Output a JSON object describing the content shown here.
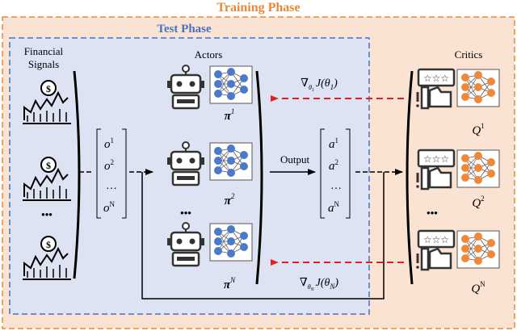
{
  "titles": {
    "training": "Training Phase",
    "test": "Test Phase"
  },
  "labels": {
    "financial_signals_line1": "Financial",
    "financial_signals_line2": "Signals",
    "actors": "Actors",
    "critics": "Critics",
    "output": "Output",
    "ellipsis": "•••"
  },
  "observation_vector": [
    "o",
    "o",
    "…",
    "o"
  ],
  "observation_sup": [
    "1",
    "2",
    "",
    "N"
  ],
  "action_vector": [
    "a",
    "a",
    "…",
    "a"
  ],
  "action_sup": [
    "1",
    "2",
    "",
    "N"
  ],
  "policies": [
    {
      "sym": "π",
      "sup": "1"
    },
    {
      "sym": "π",
      "sup": "2"
    },
    {
      "sym": "π",
      "sup": "N"
    }
  ],
  "critics_q": [
    {
      "sym": "Q",
      "sup": "1"
    },
    {
      "sym": "Q",
      "sup": "2"
    },
    {
      "sym": "Q",
      "sup": "N"
    }
  ],
  "gradients": [
    {
      "nabla": "∇",
      "sub": "θ₁",
      "fn": "J(θ",
      "fsub": "1",
      "close": ")"
    },
    {
      "nabla": "∇",
      "sub": "θ_N",
      "fn": "J(θ",
      "fsub": "N",
      "close": ")"
    }
  ],
  "colors": {
    "training_bg": "#fbe3d3",
    "training_border": "#e58a3c",
    "training_title": "#e58a3c",
    "test_bg": "#dde3f3",
    "test_border": "#4472c4",
    "test_title": "#4472c4",
    "actor_node": "#4a7ac8",
    "critic_node": "#f0883a",
    "arrow_red": "#e02020"
  }
}
